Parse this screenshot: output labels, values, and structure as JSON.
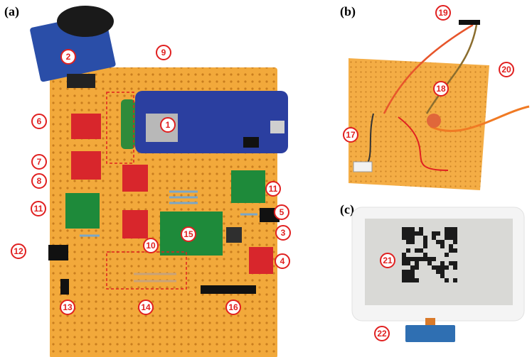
{
  "panels": {
    "a": {
      "label": "(a)"
    },
    "b": {
      "label": "(b)"
    },
    "c": {
      "label": "(c)"
    }
  },
  "callouts": [
    {
      "n": "1"
    },
    {
      "n": "2"
    },
    {
      "n": "3"
    },
    {
      "n": "4"
    },
    {
      "n": "5"
    },
    {
      "n": "6"
    },
    {
      "n": "7"
    },
    {
      "n": "8"
    },
    {
      "n": "9"
    },
    {
      "n": "10"
    },
    {
      "n": "11"
    },
    {
      "n": "11"
    },
    {
      "n": "12"
    },
    {
      "n": "13"
    },
    {
      "n": "14"
    },
    {
      "n": "15"
    },
    {
      "n": "16"
    },
    {
      "n": "17"
    },
    {
      "n": "18"
    },
    {
      "n": "19"
    },
    {
      "n": "20"
    },
    {
      "n": "21"
    },
    {
      "n": "22"
    }
  ],
  "colors": {
    "board": "#f2a93b",
    "board_hole": "#c97d1e",
    "callout": "#e02020",
    "feather": "#2b3fa0",
    "pcb_green": "#1e8a3a",
    "red_module": "#d8262c",
    "display_frame": "#f4f4f4",
    "eink": "#d9d9d6"
  }
}
